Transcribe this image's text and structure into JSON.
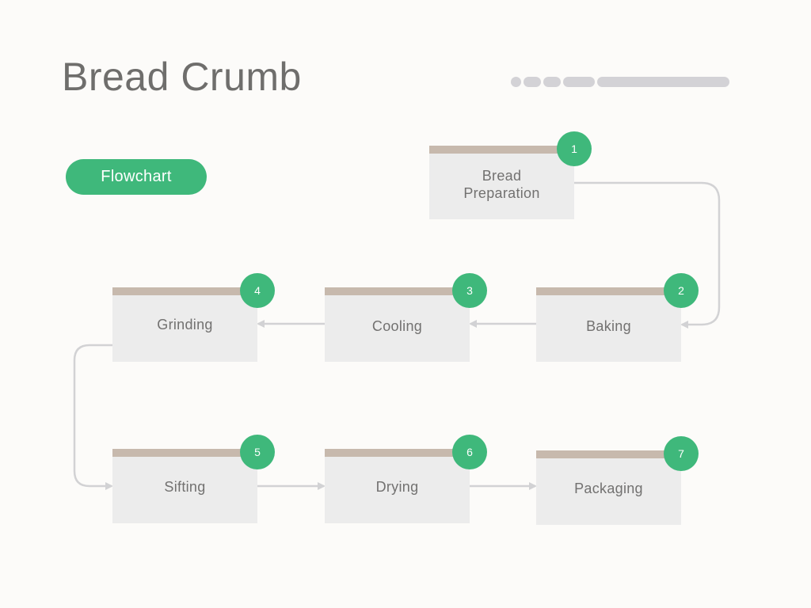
{
  "title": "Bread Crumb",
  "tag": "Flowchart",
  "colors": {
    "accent": "#3fb87b",
    "step_header": "#c7b9ad",
    "step_fill": "#ececec",
    "connector": "#d2d2d4",
    "progress": "#d3d2d6"
  },
  "steps": [
    {
      "number": "1",
      "label_line1": "Bread",
      "label_line2": "Preparation"
    },
    {
      "number": "2",
      "label": "Baking"
    },
    {
      "number": "3",
      "label": "Cooling"
    },
    {
      "number": "4",
      "label": "Grinding"
    },
    {
      "number": "5",
      "label": "Sifting"
    },
    {
      "number": "6",
      "label": "Drying"
    },
    {
      "number": "7",
      "label": "Packaging"
    }
  ]
}
